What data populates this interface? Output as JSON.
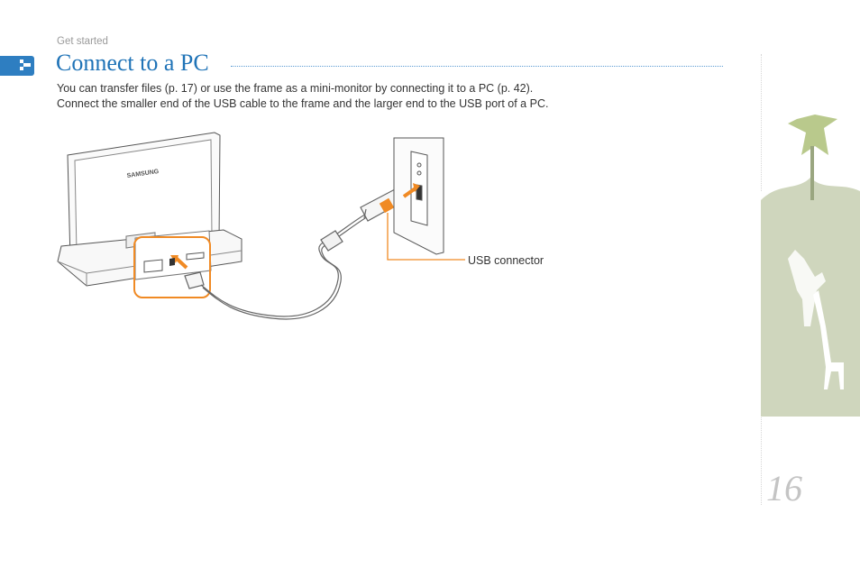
{
  "header": {
    "breadcrumb": "Get started"
  },
  "section": {
    "title": "Connect to a PC",
    "paragraphs": [
      "You can transfer files (p. 17) or use the frame as a mini-monitor by connecting it to a PC (p. 42).",
      "Connect the smaller end of the USB cable to the frame and the larger end to the USB port of a PC."
    ]
  },
  "figure": {
    "brand_label": "SAMSUNG",
    "callout_label": "USB connector",
    "highlight_color": "#f08a24"
  },
  "side_panel": {
    "page_number": "16"
  },
  "colors": {
    "accent": "#1f73b7",
    "marker": "#2e7ec1",
    "panel": "#dfe6cf"
  }
}
